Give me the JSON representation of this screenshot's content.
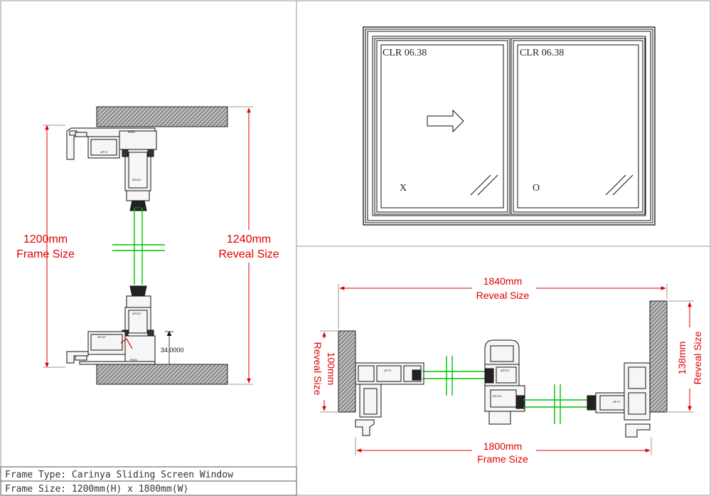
{
  "elevation": {
    "left_pane_label": "CLR 06.38",
    "right_pane_label": "CLR 06.38",
    "left_pane_mark": "X",
    "right_pane_mark": "O"
  },
  "vertical_section": {
    "frame_size_value": "1200mm",
    "frame_size_label": "Frame Size",
    "reveal_size_value": "1240mm",
    "reveal_size_label": "Reveal Size",
    "step_dimension": "34.0000",
    "profile_codes": {
      "head": "RN21",
      "head_left": "AP73",
      "head_right": "AP219",
      "sill_upper": "AP219",
      "sill_left": "AP147",
      "sill_bottom": "RN21"
    }
  },
  "horizontal_section": {
    "reveal_width_value": "1840mm",
    "reveal_width_label": "Reveal Size",
    "frame_width_value": "1800mm",
    "frame_width_label": "Frame Size",
    "left_reveal_value": "100mm",
    "left_reveal_label": "Reveal Size",
    "right_reveal_value": "138mm",
    "right_reveal_label": "Reveal Size",
    "profile_codes": {
      "left_jamb": "AP73",
      "interlock_left": "AP219",
      "interlock_right": "AP219",
      "right_jamb": "AP73"
    }
  },
  "title_block": {
    "frame_type": "Frame Type: Carinya Sliding Screen Window",
    "frame_size": "Frame Size: 1200mm(H) x 1800mm(W)"
  },
  "colors": {
    "dimension": "#e00000",
    "glass": "#00c000",
    "line": "#111111",
    "border": "#9a9a9a"
  }
}
